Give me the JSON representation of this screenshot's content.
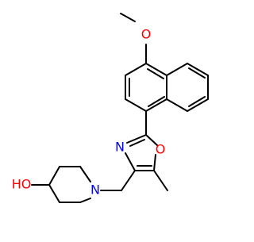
{
  "molecule": {
    "atom_labels": {
      "methoxy_o": "O",
      "oxazole_o": "O",
      "oxazole_n": "N",
      "piperidine_n": "N",
      "hydroxyl": "HO"
    },
    "colors": {
      "carbon": "#000000",
      "oxygen": "#ff0000",
      "nitrogen": "#0000ff",
      "background": "#ffffff"
    }
  }
}
